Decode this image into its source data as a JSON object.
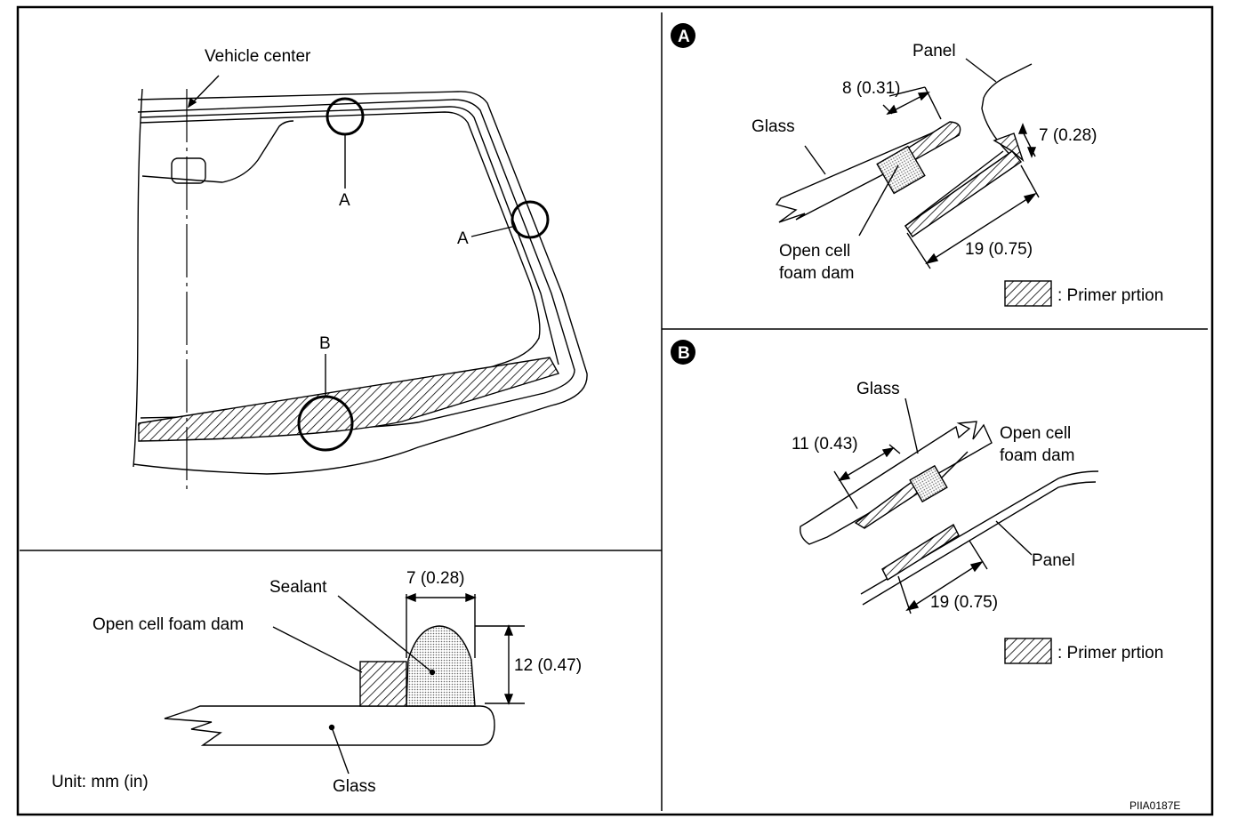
{
  "labels": {
    "vehicle_center": "Vehicle center",
    "marker_a": "A",
    "marker_b": "B",
    "section_a_badge": "A",
    "section_b_badge": "B",
    "panel": "Panel",
    "glass": "Glass",
    "open_cell": "Open cell",
    "foam_dam": "foam dam",
    "open_cell_foam_dam": "Open cell foam dam",
    "sealant": "Sealant",
    "primer_portion": ": Primer prtion",
    "unit": "Unit: mm (in)",
    "figure_code": "PIIA0187E"
  },
  "dimensions": {
    "a_width": "8 (0.31)",
    "a_panel_edge": "7 (0.28)",
    "a_primer_len": "19 (0.75)",
    "b_width": "11 (0.43)",
    "b_primer_len": "19 (0.75)",
    "sealant_width": "7 (0.28)",
    "sealant_height": "12 (0.47)"
  }
}
